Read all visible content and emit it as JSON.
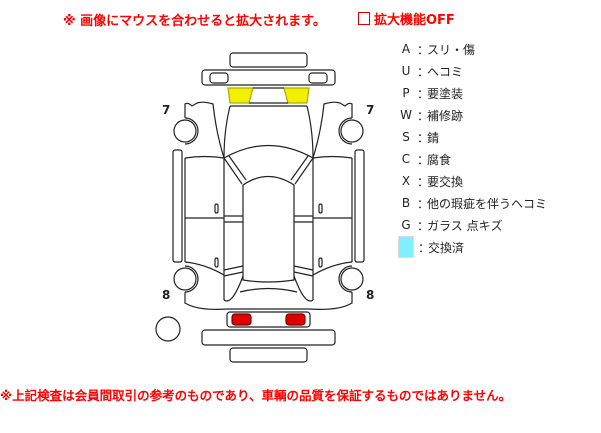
{
  "header": {
    "notice": "※ 画像にマウスを合わせると拡大されます。",
    "toggle_label": "拡大機能OFF"
  },
  "diagram": {
    "labels": {
      "front_left": "7",
      "front_right": "7",
      "rear_left": "8",
      "rear_right": "8"
    },
    "colors": {
      "headlight": "#f0f000",
      "taillight": "#e00000",
      "replaced": "#7ff0ff"
    }
  },
  "legend": [
    {
      "key": "A",
      "text": "スリ・傷"
    },
    {
      "key": "U",
      "text": "ヘコミ"
    },
    {
      "key": "P",
      "text": "要塗装"
    },
    {
      "key": "W",
      "text": "補修跡"
    },
    {
      "key": "S",
      "text": "錆"
    },
    {
      "key": "C",
      "text": "腐食"
    },
    {
      "key": "X",
      "text": "要交換"
    },
    {
      "key": "B",
      "text": "他の瑕疵を伴うヘコミ"
    },
    {
      "key": "G",
      "text": "ガラス 点キズ"
    },
    {
      "key": "",
      "text": "交換済"
    }
  ],
  "colon": "：",
  "footer": "※上記検査は会員間取引の参考のものであり、車輌の品質を保証するものではありません。"
}
